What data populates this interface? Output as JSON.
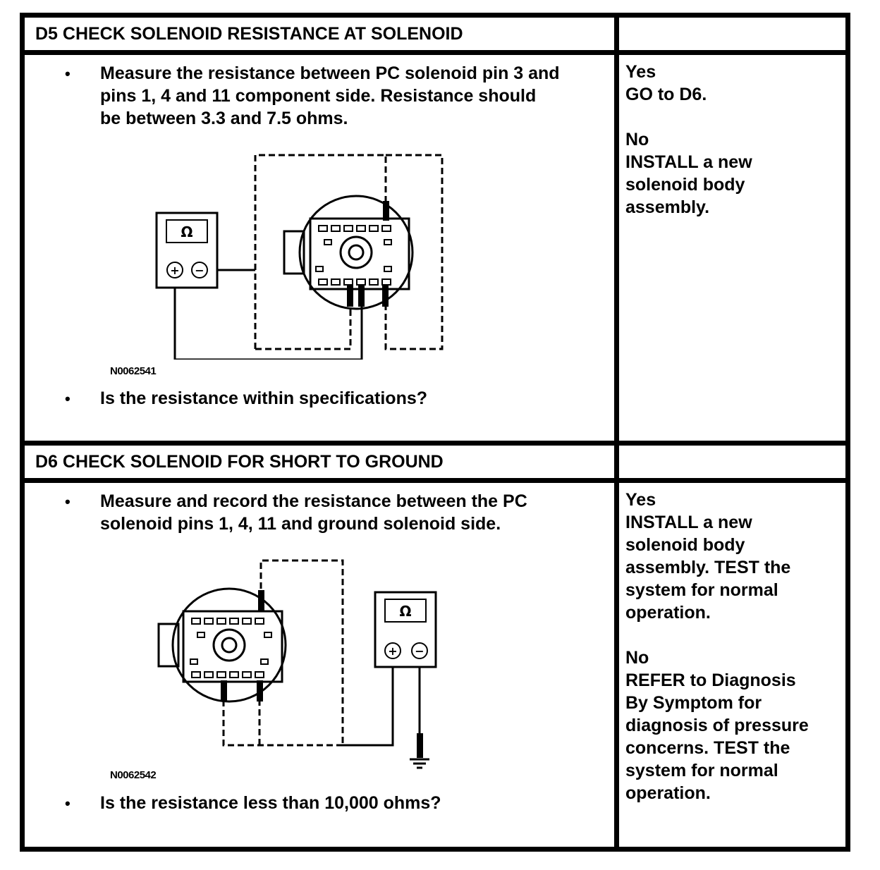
{
  "steps": [
    {
      "title": "D5 CHECK SOLENOID RESISTANCE AT SOLENOID",
      "instruction": "Measure the resistance between PC solenoid pin 3 and\npins 1, 4 and 11 component side. Resistance should\nbe between 3.3 and 7.5 ohms.",
      "figure_id": "N0062541",
      "question": "Is the resistance within specifications?",
      "result": "Yes\nGO to D6.\n\nNo\nINSTALL a new\nsolenoid body\nassembly."
    },
    {
      "title": "D6 CHECK SOLENOID FOR SHORT TO GROUND",
      "instruction": "Measure and record the resistance between the PC\nsolenoid pins 1, 4, 11 and ground solenoid side.",
      "figure_id": "N0062542",
      "question": "Is the resistance less than 10,000 ohms?",
      "result": "Yes\nINSTALL a new\nsolenoid body\nassembly. TEST the\nsystem for normal\noperation.\n\nNo\nREFER to Diagnosis\nBy Symptom for\ndiagnosis of pressure\nconcerns. TEST the\nsystem for normal\noperation."
    }
  ],
  "meter": {
    "display_symbol": "Ω",
    "positive_symbol": "+",
    "negative_symbol": "−"
  },
  "bullet_symbol": "•"
}
